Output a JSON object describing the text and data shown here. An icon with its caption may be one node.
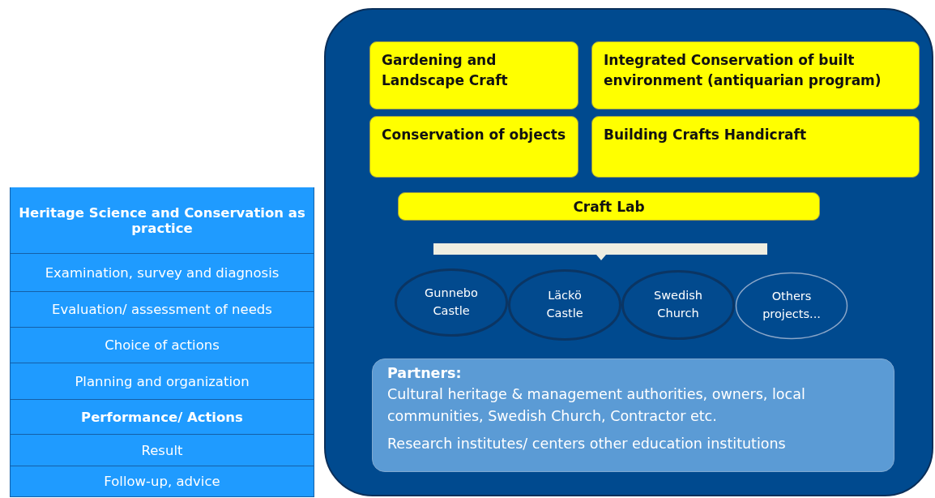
{
  "diagram": {
    "nodes": [
      {
        "text": [
          "Heritage Science and Conservation as practice"
        ]
      },
      {
        "text": [
          "Examination, survey and diagnosis"
        ]
      },
      {
        "text": [
          "Evaluation/ assessment of needs"
        ]
      },
      {
        "text": [
          "Choice of actions"
        ]
      },
      {
        "text": [
          "Planning and organization"
        ]
      },
      {
        "text": [
          "Performance/ Actions"
        ]
      },
      {
        "text": [
          "Result"
        ]
      },
      {
        "text": [
          "Follow-up, advice"
        ]
      },
      {
        "text": [],
        "shape": "box"
      },
      {
        "text": [
          "Gardening and Landscape Craft"
        ],
        "in": 8
      },
      {
        "text": [
          "Integrated Conservation of built environment (antiquarian program)"
        ],
        "in": 8
      },
      {
        "text": [
          "Conservation of objects"
        ],
        "in": 8
      },
      {
        "text": [
          "Building Crafts Handicraft"
        ],
        "in": 8
      },
      {
        "text": [
          "Craft Lab"
        ],
        "in": 8
      },
      {
        "text": [],
        "shape": "bar",
        "in": 8
      },
      {
        "text": [
          "Gunnebo Castle"
        ],
        "in": 8
      },
      {
        "text": [
          "Läckö Castle"
        ],
        "in": 8
      },
      {
        "text": [
          "Swedish Church"
        ],
        "in": 8
      },
      {
        "text": [
          "Others projects..."
        ],
        "in": 8
      },
      {
        "text": [
          "Partners:",
          "Cultural heritage & management authorities, owners, local communities, Swedish Church, Contractor etc.",
          "Research institutes/ centers other education institutions"
        ],
        "in": 8
      }
    ],
    "edges": []
  }
}
